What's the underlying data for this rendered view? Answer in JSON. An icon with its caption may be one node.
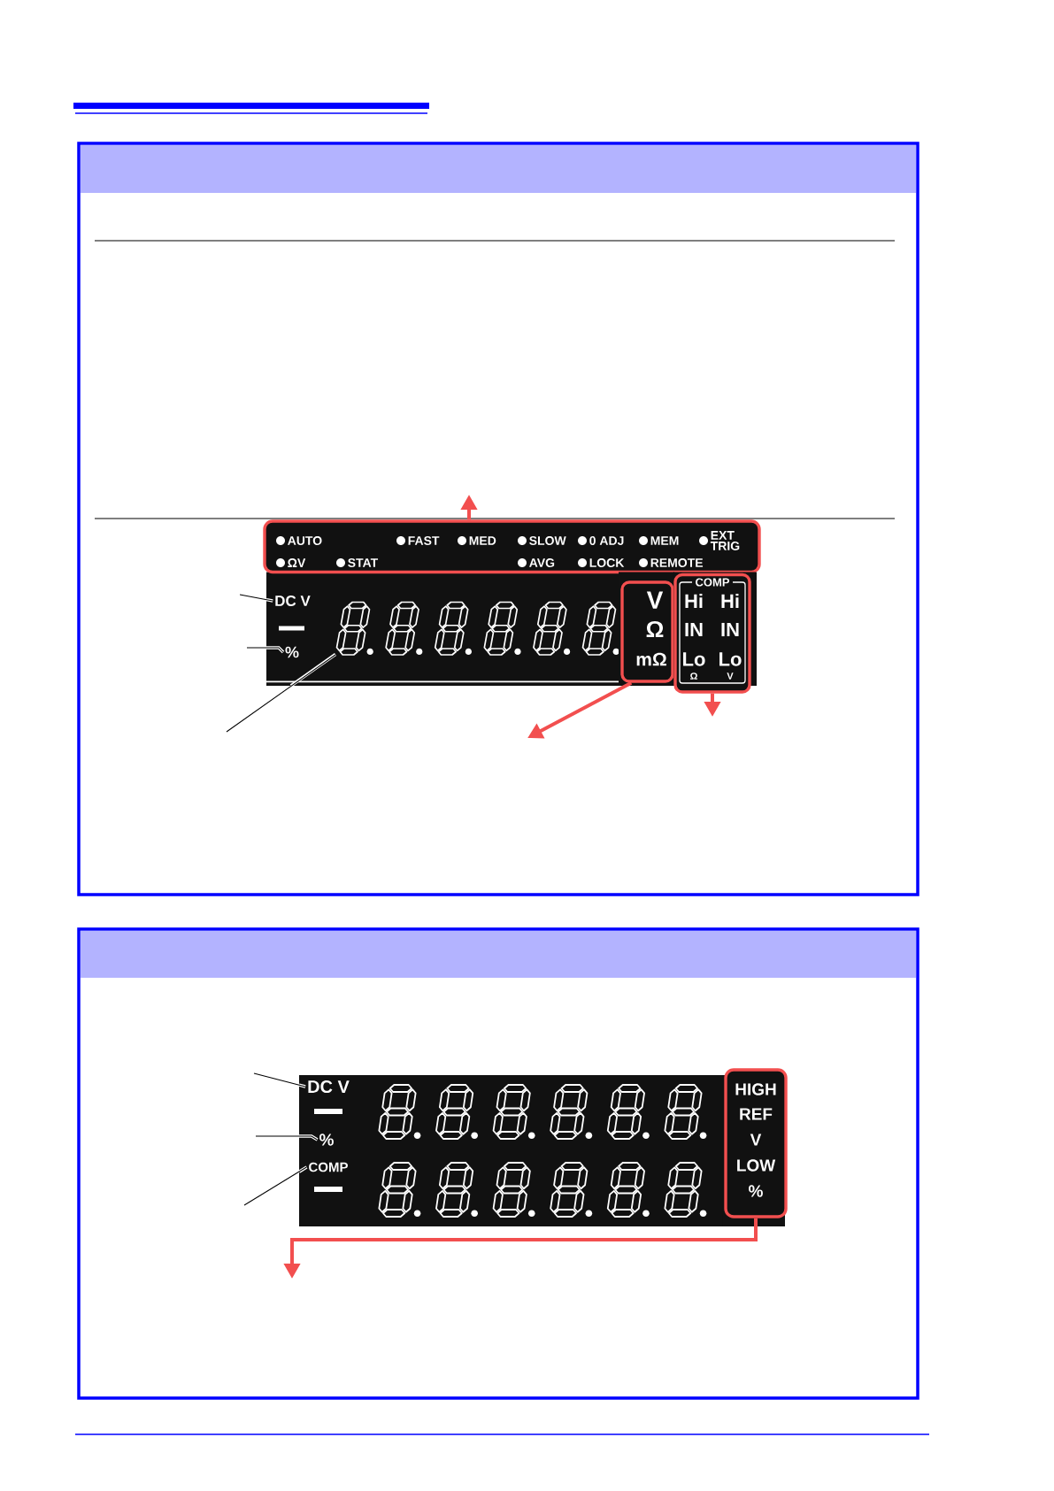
{
  "diagram": {
    "nodes": [
      {
        "text": [
          "AUTO",
          "FAST",
          "MED",
          "SLOW",
          "0 ADJ",
          "MEM",
          "EXT TRIG",
          "ΩV",
          "STAT",
          "AVG",
          "LOCK",
          "REMOTE"
        ]
      },
      {
        "text": [
          "DC V"
        ]
      },
      {
        "text": [
          "%"
        ]
      },
      {
        "text": [],
        "shape": "picture"
      },
      {
        "text": [
          "V",
          "Ω",
          "mΩ"
        ]
      },
      {
        "text": [
          "COMP",
          "Hi",
          "Hi",
          "IN",
          "IN",
          "Lo",
          "Lo",
          "Ω",
          "V"
        ]
      },
      {
        "text": [
          "DC V"
        ]
      },
      {
        "text": [
          "%"
        ]
      },
      {
        "text": [
          "COMP"
        ]
      },
      {
        "text": [
          "HIGH",
          "REF",
          "V",
          "LOW",
          "%"
        ]
      }
    ],
    "edges": [
      {
        "from": 0,
        "to": null,
        "arrow": "to",
        "style": "thick",
        "color": "#f24f4f"
      },
      {
        "from": null,
        "to": 1,
        "arrow": "none"
      },
      {
        "from": null,
        "to": 2,
        "arrow": "none"
      },
      {
        "from": null,
        "to": 3,
        "arrow": "none"
      },
      {
        "from": 4,
        "to": null,
        "arrow": "to",
        "style": "thick",
        "color": "#f24f4f"
      },
      {
        "from": 5,
        "to": null,
        "arrow": "to",
        "style": "thick",
        "color": "#f24f4f"
      },
      {
        "from": null,
        "to": 6,
        "arrow": "none"
      },
      {
        "from": null,
        "to": 7,
        "arrow": "none"
      },
      {
        "from": null,
        "to": 8,
        "arrow": "none"
      },
      {
        "from": 9,
        "to": null,
        "arrow": "to",
        "style": "thick",
        "color": "#f24f4f"
      }
    ]
  }
}
